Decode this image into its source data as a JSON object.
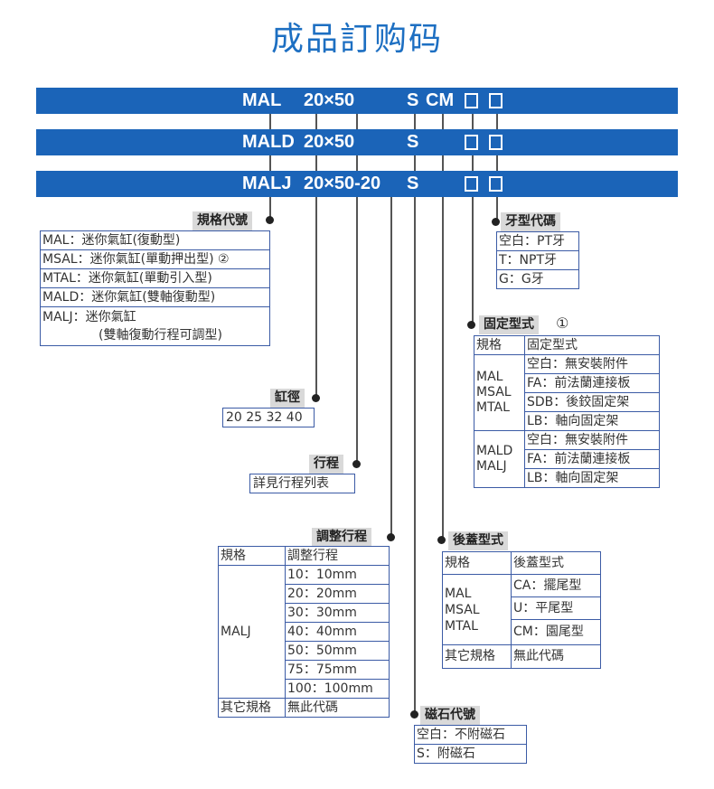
{
  "title": "成品訂购码",
  "rows": [
    {
      "model": "MAL",
      "size": "20×50",
      "mag": "S",
      "cover": "CM"
    },
    {
      "model": "MALD",
      "size": "20×50",
      "mag": "S",
      "cover": ""
    },
    {
      "model": "MALJ",
      "size": "20×50-20",
      "mag": "S",
      "cover": ""
    }
  ],
  "spec": {
    "label": "規格代號",
    "items": [
      "MAL：迷你氣缸(復動型)",
      "MSAL：迷你氣缸(單動押出型) ②",
      "MTAL：迷你氣缸(單動引入型)",
      "MALD：迷你氣缸(雙軸復動型)",
      "MALJ：迷你氣缸",
      "(雙軸復動行程可調型)"
    ]
  },
  "thread": {
    "label": "牙型代碼",
    "items": [
      "空白：PT牙",
      "T：NPT牙",
      "G：G牙"
    ]
  },
  "mount": {
    "label": "固定型式",
    "note": "①",
    "header": [
      "規格",
      "固定型式"
    ],
    "group1": "MAL\nMSAL\nMTAL",
    "group1_items": [
      "空白：無安裝附件",
      "FA：前法蘭連接板",
      "SDB：後鉸固定架",
      "LB：軸向固定架"
    ],
    "group2": "MALD\nMALJ",
    "group2_items": [
      "空白：無安裝附件",
      "FA：前法蘭連接板",
      "LB：軸向固定架"
    ]
  },
  "bore": {
    "label": "缸徑",
    "value": "20 25 32 40"
  },
  "stroke": {
    "label": "行程",
    "value": "詳見行程列表"
  },
  "adjust": {
    "label": "調整行程",
    "header": [
      "規格",
      "調整行程"
    ],
    "model": "MALJ",
    "items": [
      "10：10mm",
      "20：20mm",
      "30：30mm",
      "40：40mm",
      "50：50mm",
      "75：75mm",
      "100：100mm"
    ],
    "other": "其它規格",
    "other_value": "無此代碼"
  },
  "cover": {
    "label": "後蓋型式",
    "header": [
      "規格",
      "後蓋型式"
    ],
    "group": "MAL\nMSAL\nMTAL",
    "items": [
      "CA：擺尾型",
      "U：平尾型",
      "CM：園尾型"
    ],
    "other": "其它規格",
    "other_value": "無此代碼"
  },
  "magnet": {
    "label": "磁石代號",
    "items": [
      "空白：不附磁石",
      "S：附磁石"
    ]
  }
}
